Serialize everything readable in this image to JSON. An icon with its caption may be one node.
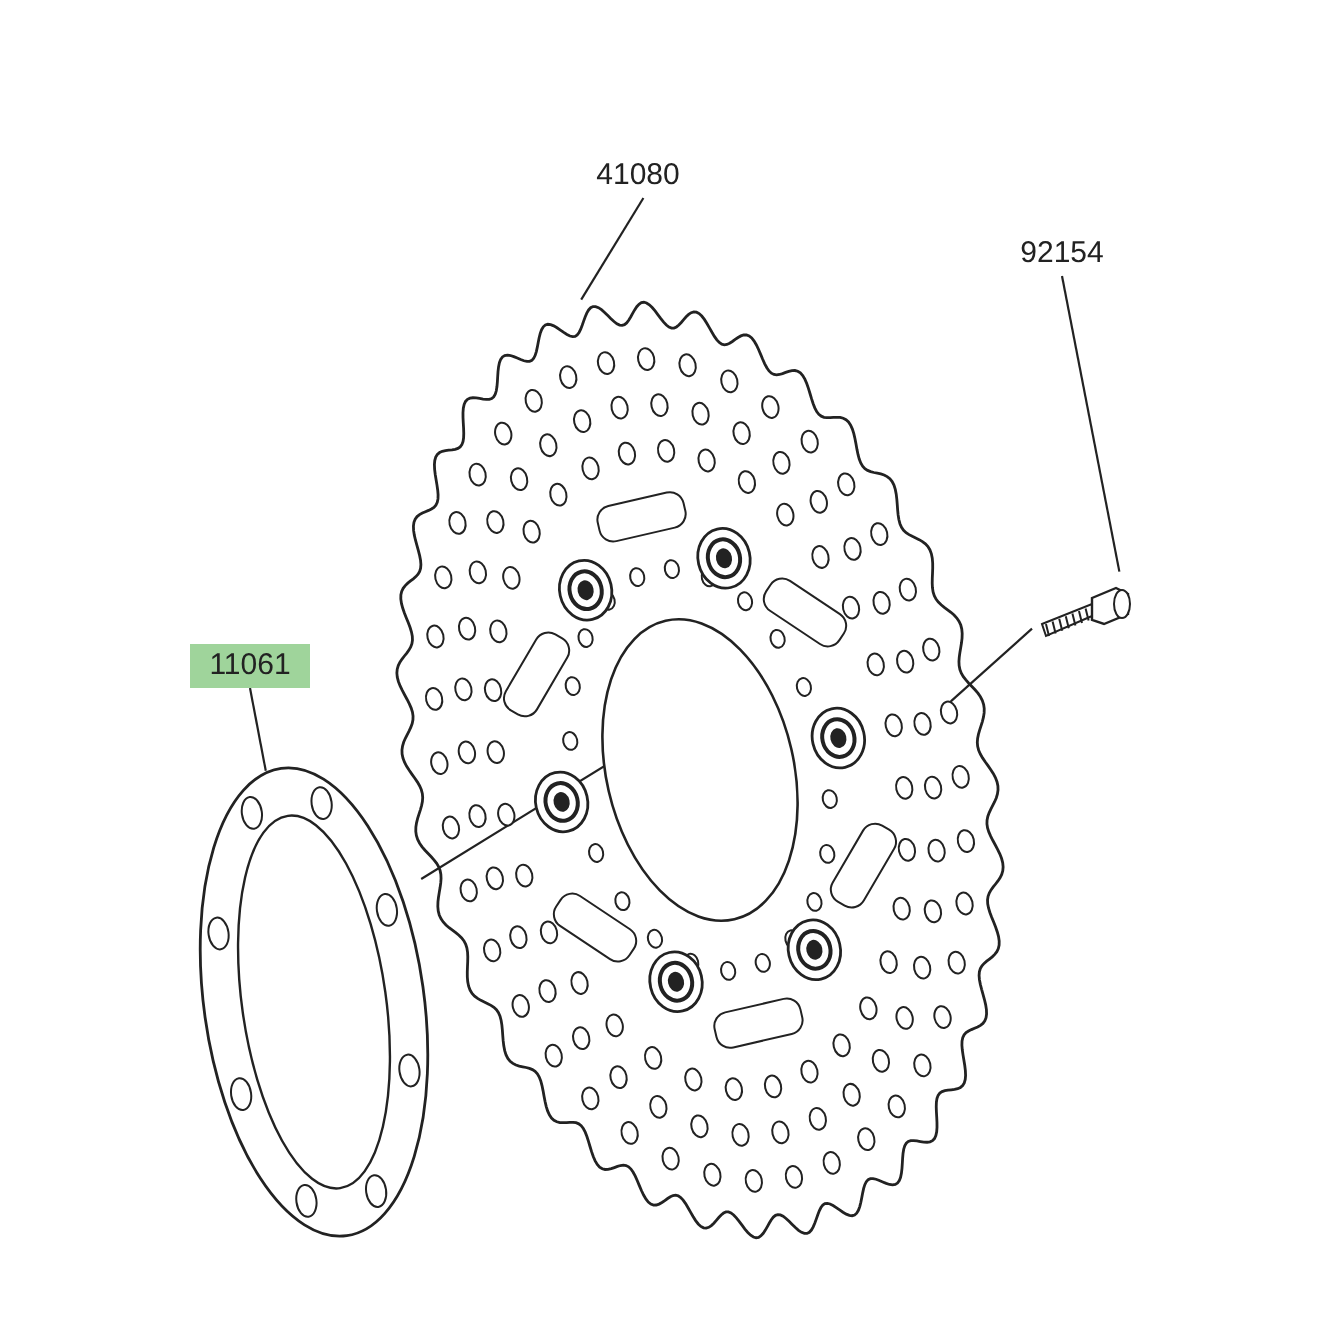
{
  "diagram": {
    "nodes": [
      {
        "text": [
          "41080"
        ]
      },
      {
        "text": [],
        "shape": "picture"
      },
      {
        "text": [
          "92154"
        ]
      },
      {
        "text": [],
        "shape": "picture"
      },
      {
        "text": [
          "11061"
        ]
      },
      {
        "text": [],
        "shape": "picture"
      }
    ],
    "edges": [
      {
        "from": 0,
        "to": 1,
        "arrow": "none"
      },
      {
        "from": 2,
        "to": 3,
        "arrow": "none"
      },
      {
        "from": 4,
        "to": 5,
        "arrow": "none"
      },
      {
        "from": 3,
        "to": 1,
        "arrow": "none"
      },
      {
        "from": 5,
        "to": 1,
        "arrow": "none"
      }
    ]
  }
}
